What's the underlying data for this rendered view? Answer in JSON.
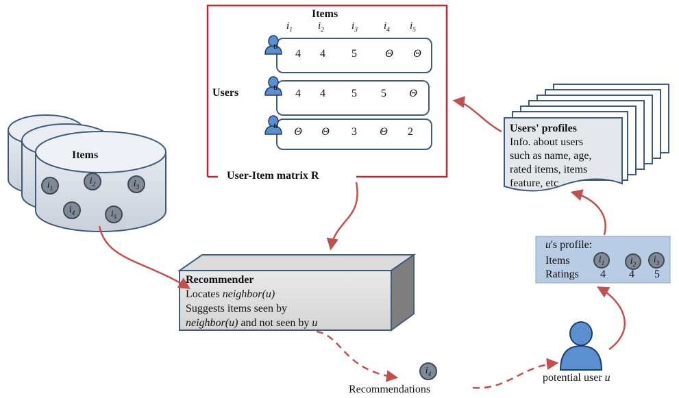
{
  "matrix": {
    "top_label": "Items",
    "item_headers": [
      "i1",
      "i2",
      "i3",
      "i4",
      "i5"
    ],
    "users_label": "Users",
    "rows": [
      {
        "user": "u",
        "ratings": [
          "4",
          "4",
          "5",
          "Θ",
          "Θ"
        ]
      },
      {
        "user": "u",
        "ratings": [
          "4",
          "4",
          "5",
          "5",
          "Θ"
        ]
      },
      {
        "user": "u",
        "ratings": [
          "Θ",
          "Θ",
          "3",
          "Θ",
          "2"
        ]
      }
    ],
    "caption": "User-Item matrix R"
  },
  "items_db": {
    "title": "Items",
    "chips": [
      "i1",
      "i2",
      "i3",
      "i4",
      "i5"
    ]
  },
  "recommender": {
    "title": "Recommender",
    "line1": "Locates ",
    "line1_ital": "neighbor(u)",
    "line2": "Suggests items seen by",
    "line3_ital": "neighbor(u)",
    "line3": " and not seen by ",
    "line3_u": "u"
  },
  "users_profiles": {
    "title": "Users' profiles",
    "lines": [
      "Info. about users",
      "such as name, age,",
      "rated items, items",
      "feature, etc"
    ]
  },
  "u_profile": {
    "title_u": "u",
    "title_rest": "'s profile:",
    "items_label": "Items",
    "ratings_label": "Ratings",
    "chips": [
      "i1",
      "i2",
      "i3"
    ],
    "ratings": [
      "4",
      "4",
      "5"
    ]
  },
  "recommendations": {
    "chip": "i4",
    "label": "Recommendations"
  },
  "potential_user": {
    "label": "potential user ",
    "label_u": "u"
  },
  "colors": {
    "red_frame": "#c0282d",
    "arrow": "#c0504d",
    "node_blue": "#4f81bd",
    "profile_bg": "#b8cce4"
  }
}
